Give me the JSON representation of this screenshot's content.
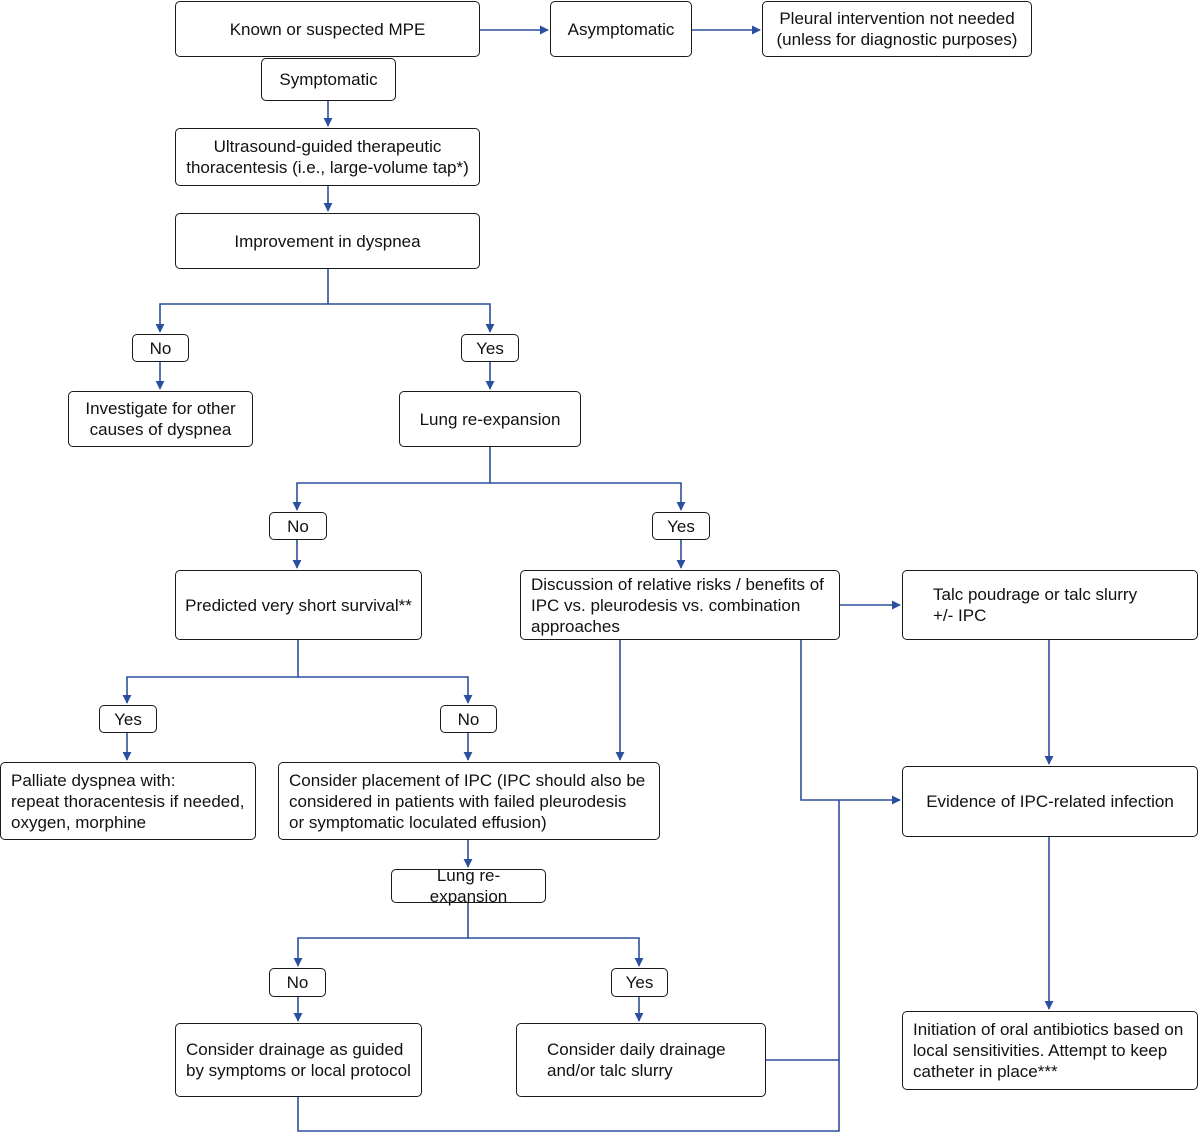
{
  "colors": {
    "connector": "#2b4f9e",
    "box_border": "#1a1a1a",
    "text": "#111111"
  },
  "nodes": {
    "mpe": "Known or suspected MPE",
    "asymptomatic": "Asymptomatic",
    "no_intervention": "Pleural intervention not needed\n(unless for diagnostic purposes)",
    "symptomatic": "Symptomatic",
    "thoracentesis": "Ultrasound-guided therapeutic\nthoracentesis (i.e., large-volume tap*)",
    "improvement": "Improvement in dyspnea",
    "no_1": "No",
    "yes_1": "Yes",
    "investigate": "Investigate for other\ncauses of dyspnea",
    "lung_reexp_1": "Lung re-expansion",
    "no_2": "No",
    "yes_2": "Yes",
    "survival": "Predicted very short survival**",
    "discussion": "Discussion of relative risks / benefits of\nIPC vs. pleurodesis vs. combination\napproaches",
    "talc": "Talc poudrage or talc slurry\n+/- IPC",
    "yes_3": "Yes",
    "no_3": "No",
    "palliate": "Palliate dyspnea with:\nrepeat thoracentesis if needed,\noxygen, morphine",
    "ipc_placement": "Consider placement of IPC (IPC should also be\nconsidered in patients with failed pleurodesis\nor symptomatic loculated effusion)",
    "infection": "Evidence of IPC-related infection",
    "lung_reexp_2": "Lung re-expansion",
    "no_4": "No",
    "yes_4": "Yes",
    "drain_guided": "Consider drainage as guided\nby symptoms or local protocol",
    "drain_daily": "Consider daily drainage\nand/or talc slurry",
    "antibiotics": "Initiation of oral antibiotics based on\nlocal sensitivities. Attempt to keep\ncatheter in place***"
  }
}
